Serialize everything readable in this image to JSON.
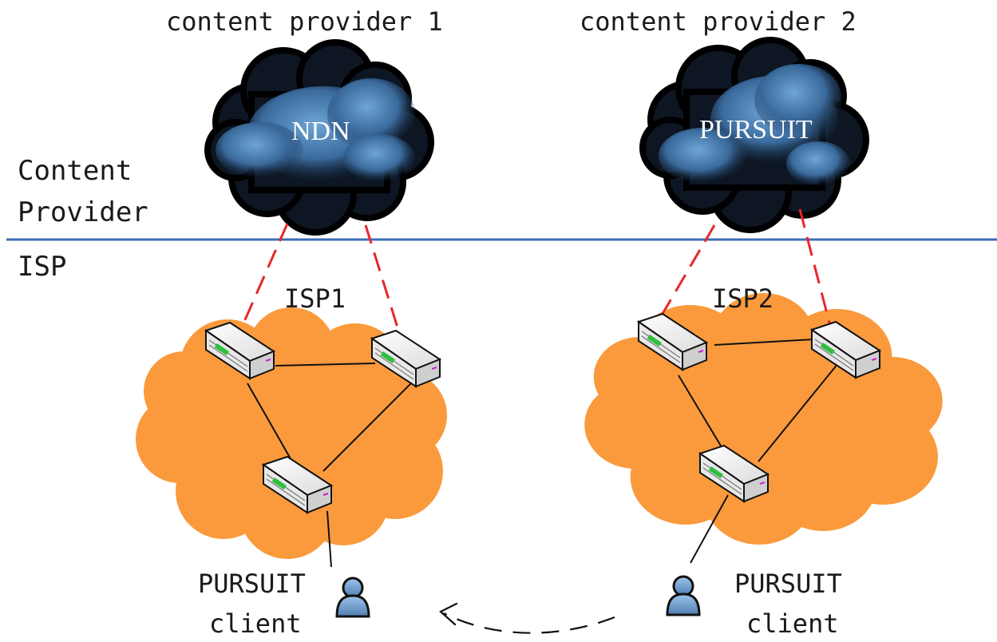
{
  "providers": {
    "provider1_title": "content provider 1",
    "provider2_title": "content provider 2",
    "cloud1_label": "NDN",
    "cloud2_label": "PURSUIT"
  },
  "regions": {
    "top_label_line1": "Content",
    "top_label_line2": "Provider",
    "bottom_label": "ISP"
  },
  "isps": {
    "isp1_label": "ISP1",
    "isp2_label": "ISP2"
  },
  "clients": {
    "client1_line1": "PURSUIT",
    "client1_line2": "client",
    "client2_line1": "PURSUIT",
    "client2_line2": "client"
  },
  "colors": {
    "isp_cloud": "#FA9A3C",
    "dark_cloud": "#0d1622",
    "divider": "#3d6eb5",
    "dashed_link": "#e8272a",
    "user_icon": "#6f9fd1"
  },
  "icons": {
    "router": "router-icon",
    "user": "user-icon",
    "cloud": "cloud-icon"
  }
}
